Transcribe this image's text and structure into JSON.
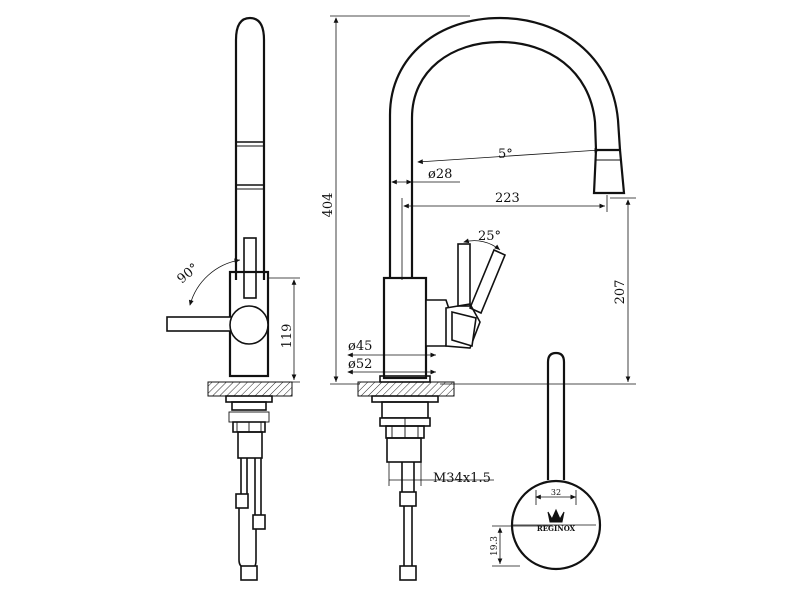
{
  "dimensions": {
    "height_total": "404",
    "height_to_spout": "207",
    "height_body": "119",
    "reach": "223",
    "spout_diameter": "ø28",
    "body_diameter": "ø45",
    "base_diameter": "ø52",
    "thread": "M34x1.5",
    "handle_angle": "25°",
    "lever_rotation": "90°",
    "spout_tilt": "5°",
    "dim_32": "32",
    "dim_19_3": "19.3"
  },
  "brand": {
    "logo_text": "REGINOX"
  }
}
